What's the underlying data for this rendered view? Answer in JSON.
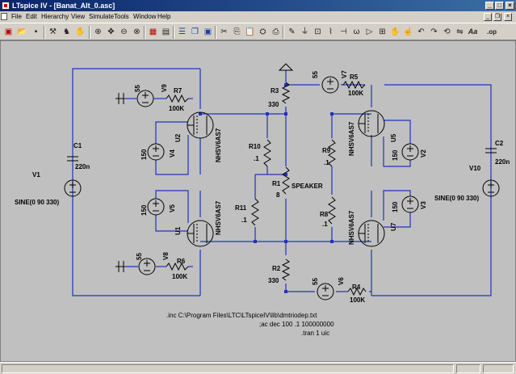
{
  "window": {
    "title": "LTspice IV - [Banat_Alt_0.asc]",
    "controls": {
      "minimize": "_",
      "maximize": "□",
      "close": "×"
    }
  },
  "menu": {
    "items": [
      "File",
      "Edit",
      "Hierarchy",
      "View",
      "Simulate",
      "Tools",
      "Window",
      "Help"
    ],
    "mdi_controls": {
      "minimize": "_",
      "restore": "❐",
      "close": "×"
    }
  },
  "toolbar": {
    "icons": [
      "new-schematic-icon",
      "open-icon",
      "save-icon",
      "control-panel-icon",
      "run-icon",
      "halt-icon",
      "zoom-in-icon",
      "zoom-pan-icon",
      "zoom-out-icon",
      "zoom-fit-icon",
      "autorange-icon",
      "tile-horizontal-icon",
      "cascade-icon",
      "close-all-icon",
      "cut-icon",
      "copy-icon",
      "paste-icon",
      "find-icon",
      "print-icon",
      "wire-icon",
      "ground-icon",
      "label-icon",
      "resistor-icon",
      "capacitor-icon",
      "inductor-icon",
      "diode-icon",
      "component-icon",
      "move-icon",
      "drag-icon",
      "undo-icon",
      "redo-icon",
      "rotate-icon",
      "mirror-icon",
      "text-icon",
      "spice-directive-icon"
    ],
    "text_tool": "Aa",
    "directive_tool": ".op"
  },
  "schematic": {
    "components": {
      "V1": {
        "name": "V1",
        "value": "SINE(0 90 330)"
      },
      "V10": {
        "name": "V10",
        "value": "SINE(0 90 330)"
      },
      "C1": {
        "name": "C1",
        "value": "220n"
      },
      "C2": {
        "name": "C2",
        "value": "220n"
      },
      "V9": {
        "name": "V9",
        "value": "55"
      },
      "V8": {
        "name": "V8",
        "value": "55"
      },
      "V7": {
        "name": "V7",
        "value": "55"
      },
      "V6": {
        "name": "V6",
        "value": "55"
      },
      "R7": {
        "name": "R7",
        "value": "100K"
      },
      "R6": {
        "name": "R6",
        "value": "100K"
      },
      "R5": {
        "name": "R5",
        "value": "100K"
      },
      "R4": {
        "name": "R4",
        "value": "100K"
      },
      "V4": {
        "name": "V4",
        "value": "150"
      },
      "V5": {
        "name": "V5",
        "value": "150"
      },
      "V2": {
        "name": "V2",
        "value": "150"
      },
      "V3": {
        "name": "V3",
        "value": "150"
      },
      "U2": {
        "name": "U2",
        "value": "NHSV6AS7"
      },
      "U1": {
        "name": "U1",
        "value": "NHSV6AS7"
      },
      "U5": {
        "name": "U5",
        "value": "NHSV6AS7"
      },
      "U7": {
        "name": "U7",
        "value": "NHSV6AS7"
      },
      "R10": {
        "name": "R10",
        "value": ".1"
      },
      "R11": {
        "name": "R11",
        "value": ".1"
      },
      "R9": {
        "name": "R9",
        "value": ".1"
      },
      "R8": {
        "name": "R8",
        "value": ".1"
      },
      "R3": {
        "name": "R3",
        "value": "330"
      },
      "R2": {
        "name": "R2",
        "value": "330"
      },
      "R1": {
        "name": "R1",
        "value": "8",
        "label": "SPEAKER"
      }
    },
    "directives": [
      ".inc C:\\Program Files\\LTC\\LTspiceIV\\lib\\dmtriodep.txt",
      ";ac dec 100 .1 100000000",
      ".tran 1 uic"
    ],
    "colors": {
      "wire": "#2233bb",
      "component": "#000000",
      "background": "#c0c0c0",
      "junction": "#2233bb"
    }
  }
}
